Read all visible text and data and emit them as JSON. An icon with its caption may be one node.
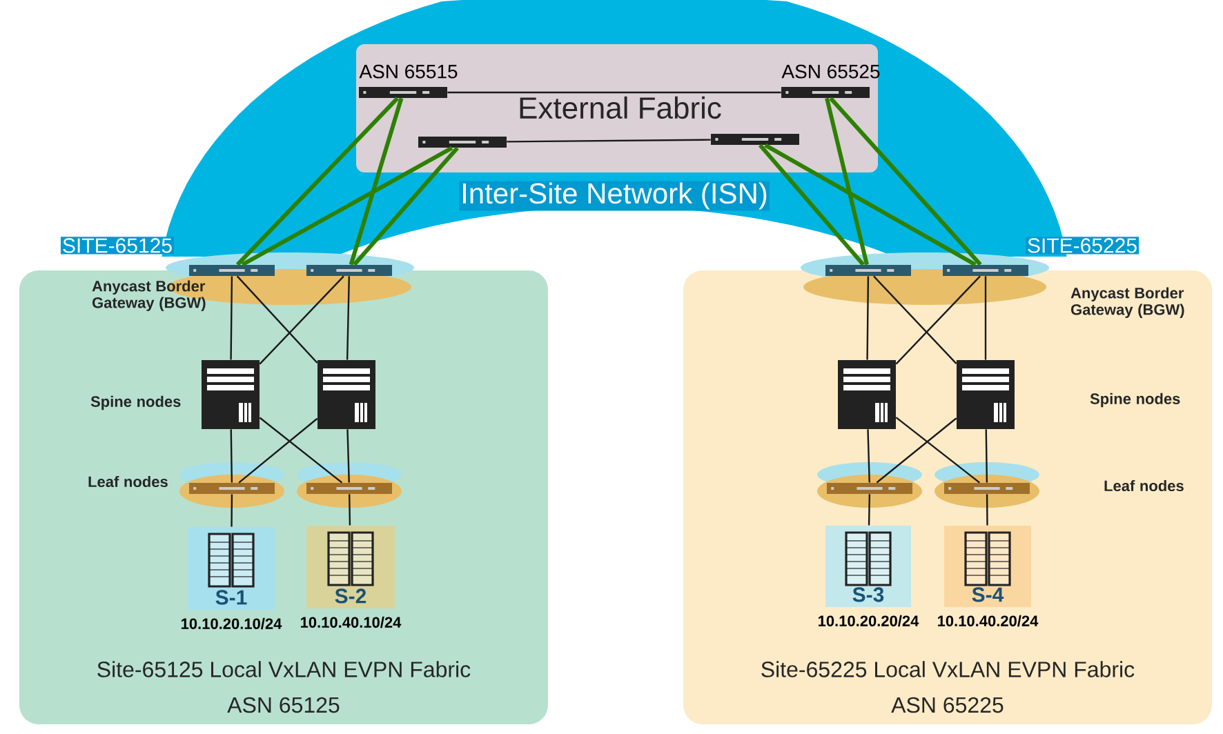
{
  "diagram": {
    "nodes": [
      {
        "text": [
          "Inter-Site Network (ISN)"
        ]
      },
      {
        "text": [
          "External Fabric"
        ],
        "in": 0
      },
      {
        "text": [],
        "shape": "switch",
        "in": 1,
        "beside": [
          "ASN 65515"
        ]
      },
      {
        "text": [],
        "shape": "switch",
        "in": 1,
        "beside": [
          "ASN 65525"
        ]
      },
      {
        "text": [],
        "shape": "switch",
        "in": 1
      },
      {
        "text": [],
        "shape": "switch",
        "in": 1
      },
      {
        "text": [
          "SITE-65125",
          "Site-65125 Local VxLAN EVPN Fabric",
          "ASN 65125"
        ]
      },
      {
        "text": [],
        "shape": "switch"
      },
      {
        "text": [],
        "shape": "switch"
      },
      {
        "text": [],
        "shape": "server",
        "in": 6
      },
      {
        "text": [],
        "shape": "server",
        "in": 6
      },
      {
        "text": [],
        "shape": "switch",
        "in": 6
      },
      {
        "text": [],
        "shape": "switch",
        "in": 6
      },
      {
        "text": [
          "S-1"
        ],
        "in": 6,
        "beside": [
          "10.10.20.10/24"
        ]
      },
      {
        "text": [
          "S-2"
        ],
        "in": 6,
        "beside": [
          "10.10.40.10/24"
        ]
      },
      {
        "text": [
          "SITE-65225",
          "Site-65225 Local VxLAN EVPN Fabric",
          "ASN 65225"
        ]
      },
      {
        "text": [],
        "shape": "switch"
      },
      {
        "text": [],
        "shape": "switch"
      },
      {
        "text": [],
        "shape": "server",
        "in": 15
      },
      {
        "text": [],
        "shape": "server",
        "in": 15
      },
      {
        "text": [],
        "shape": "switch",
        "in": 15
      },
      {
        "text": [],
        "shape": "switch",
        "in": 15
      },
      {
        "text": [
          "S-3"
        ],
        "in": 15,
        "beside": [
          "10.10.20.20/24"
        ]
      },
      {
        "text": [
          "S-4"
        ],
        "in": 15,
        "beside": [
          "10.10.40.20/24"
        ]
      }
    ],
    "edges": [
      {
        "from": 2,
        "to": 3,
        "arrow": "none"
      },
      {
        "from": 4,
        "to": 5,
        "arrow": "none"
      },
      {
        "from": 2,
        "to": 7,
        "arrow": "none",
        "style": "thick",
        "color": "#2e8000"
      },
      {
        "from": 2,
        "to": 8,
        "arrow": "none",
        "style": "thick",
        "color": "#2e8000"
      },
      {
        "from": 4,
        "to": 7,
        "arrow": "none",
        "style": "thick",
        "color": "#2e8000"
      },
      {
        "from": 4,
        "to": 8,
        "arrow": "none",
        "style": "thick",
        "color": "#2e8000"
      },
      {
        "from": 3,
        "to": 16,
        "arrow": "none",
        "style": "thick",
        "color": "#2e8000"
      },
      {
        "from": 3,
        "to": 17,
        "arrow": "none",
        "style": "thick",
        "color": "#2e8000"
      },
      {
        "from": 5,
        "to": 16,
        "arrow": "none",
        "style": "thick",
        "color": "#2e8000"
      },
      {
        "from": 5,
        "to": 17,
        "arrow": "none",
        "style": "thick",
        "color": "#2e8000"
      },
      {
        "from": 7,
        "to": 9,
        "arrow": "none"
      },
      {
        "from": 7,
        "to": 10,
        "arrow": "none"
      },
      {
        "from": 8,
        "to": 9,
        "arrow": "none"
      },
      {
        "from": 8,
        "to": 10,
        "arrow": "none"
      },
      {
        "from": 9,
        "to": 11,
        "arrow": "none"
      },
      {
        "from": 9,
        "to": 12,
        "arrow": "none"
      },
      {
        "from": 10,
        "to": 11,
        "arrow": "none"
      },
      {
        "from": 10,
        "to": 12,
        "arrow": "none"
      },
      {
        "from": 11,
        "to": 13,
        "arrow": "none"
      },
      {
        "from": 12,
        "to": 14,
        "arrow": "none"
      },
      {
        "from": 16,
        "to": 18,
        "arrow": "none"
      },
      {
        "from": 16,
        "to": 19,
        "arrow": "none"
      },
      {
        "from": 17,
        "to": 18,
        "arrow": "none"
      },
      {
        "from": 17,
        "to": 19,
        "arrow": "none"
      },
      {
        "from": 18,
        "to": 20,
        "arrow": "none"
      },
      {
        "from": 18,
        "to": 21,
        "arrow": "none"
      },
      {
        "from": 19,
        "to": 20,
        "arrow": "none"
      },
      {
        "from": 19,
        "to": 21,
        "arrow": "none"
      },
      {
        "from": 20,
        "to": 22,
        "arrow": "none"
      },
      {
        "from": 21,
        "to": 23,
        "arrow": "none"
      }
    ],
    "labels": [
      "Anycast Border Gateway (BGW)",
      "Spine nodes",
      "Leaf nodes",
      "Anycast Border Gateway (BGW)",
      "Spine nodes",
      "Leaf nodes"
    ]
  }
}
